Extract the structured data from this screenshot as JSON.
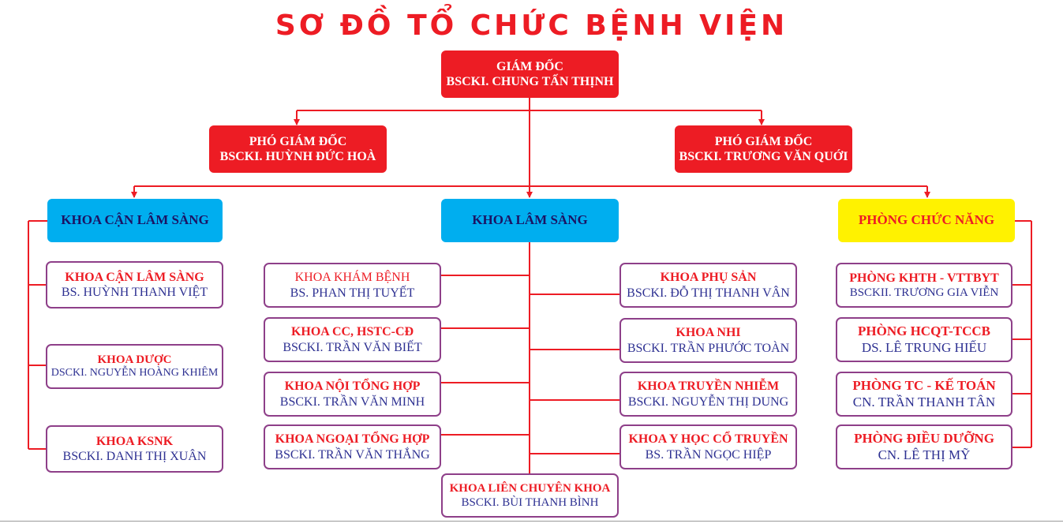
{
  "title": "SƠ ĐỒ TỔ CHỨC BỆNH VIỆN",
  "colors": {
    "accent_red": "#ed1c24",
    "blue": "#00aeef",
    "yellow": "#fff200",
    "navy": "#2e3192",
    "purple_border": "#8e3f89"
  },
  "director": {
    "role": "GIÁM ĐỐC",
    "name": "BSCKI. CHUNG TẤN THỊNH"
  },
  "deputy_left": {
    "role": "PHÓ GIÁM ĐỐC",
    "name": "BSCKI. HUỲNH ĐỨC HOÀ"
  },
  "deputy_right": {
    "role": "PHÓ GIÁM ĐỐC",
    "name": "BSCKI. TRƯƠNG VĂN QUỚI"
  },
  "categories": {
    "paraclinical": "KHOA CẬN LÂM SÀNG",
    "clinical": "KHOA  LÂM SÀNG",
    "functional": "PHÒNG CHỨC NĂNG"
  },
  "paraclinical_units": [
    {
      "name": "KHOA CẬN LÂM SÀNG",
      "head": "BS. HUỲNH THANH VIỆT"
    },
    {
      "name": "KHOA DƯỢC",
      "head": "DSCKI. NGUYỄN HOÀNG KHIÊM"
    },
    {
      "name": "KHOA KSNK",
      "head": "BSCKI. DANH THỊ XUÂN"
    }
  ],
  "clinical_left_units": [
    {
      "name": "KHOA KHÁM BỆNH",
      "head": "BS. PHAN THỊ TUYẾT"
    },
    {
      "name": "KHOA CC, HSTC-CĐ",
      "head": "BSCKI. TRẦN VĂN BIẾT"
    },
    {
      "name": "KHOA NỘI TỔNG HỢP",
      "head": "BSCKI. TRẦN VĂN MINH"
    },
    {
      "name": "KHOA NGOẠI TỔNG HỢP",
      "head": "BSCKI. TRẦN VĂN THẮNG"
    }
  ],
  "clinical_bottom_unit": {
    "name": "KHOA LIÊN CHUYÊN KHOA",
    "head": "BSCKI. BÙI THANH BÌNH"
  },
  "clinical_right_units": [
    {
      "name": "KHOA PHỤ SẢN",
      "head": "BSCKI. ĐỖ THỊ THANH VÂN"
    },
    {
      "name": "KHOA NHI",
      "head": "BSCKI. TRẦN PHƯỚC TOÀN"
    },
    {
      "name": "KHOA TRUYỀN NHIỄM",
      "head": "BSCKI. NGUYỄN THỊ DUNG"
    },
    {
      "name": "KHOA Y HỌC CỔ TRUYỀN",
      "head": "BS. TRẦN NGỌC HIỆP"
    }
  ],
  "functional_units": [
    {
      "name": "PHÒNG KHTH - VTTBYT",
      "head": "BSCKII. TRƯƠNG GIA VIỄN"
    },
    {
      "name": "PHÒNG HCQT-TCCB",
      "head": "DS. LÊ TRUNG HIẾU"
    },
    {
      "name": "PHÒNG TC - KẾ TOÁN",
      "head": "CN. TRẦN THANH TÂN"
    },
    {
      "name": "PHÒNG ĐIỀU DƯỠNG",
      "head": "CN. LÊ THỊ MỸ"
    }
  ]
}
